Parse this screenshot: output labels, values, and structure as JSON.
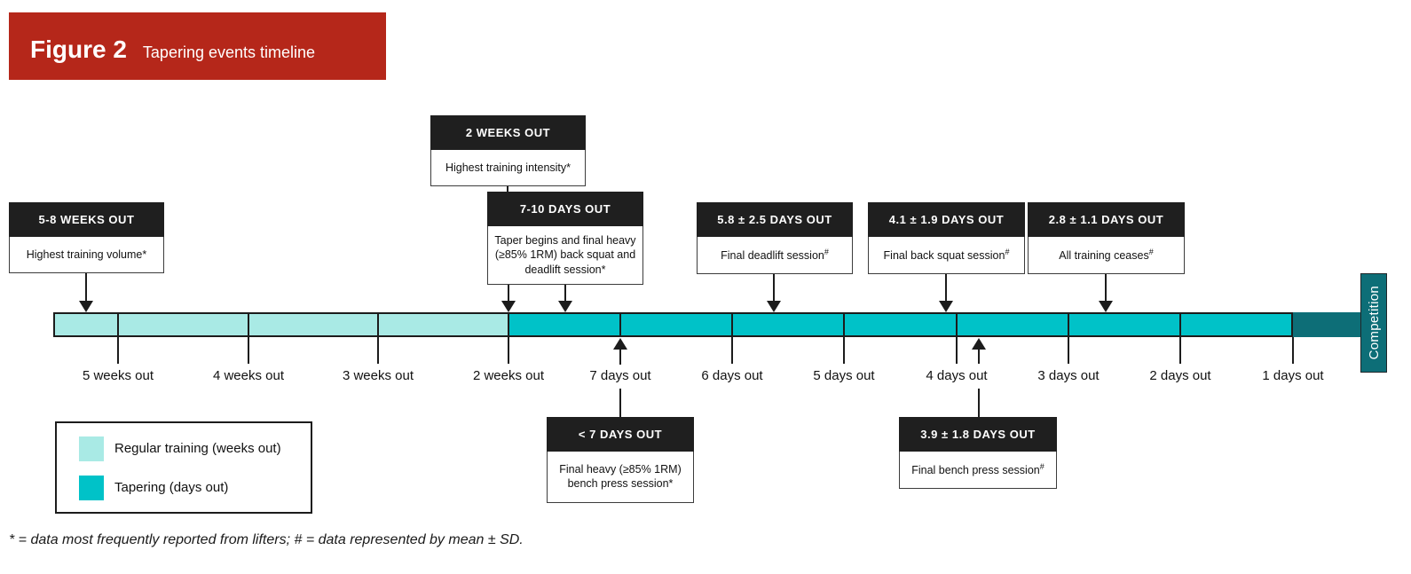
{
  "figure": {
    "label": "Figure 2",
    "title": "Tapering events timeline"
  },
  "colors": {
    "accent_red": "#b5271a",
    "box_header": "#1f1f1f",
    "regular_training": "#a9eae5",
    "tapering": "#00c2c8",
    "competition": "#0d6e77"
  },
  "timeline": {
    "competition_label": "Competition",
    "tick_labels": [
      "5 weeks out",
      "4 weeks out",
      "3 weeks out",
      "2 weeks out",
      "7 days out",
      "6 days out",
      "5 days out",
      "4 days out",
      "3 days out",
      "2 days out",
      "1 days out"
    ]
  },
  "events": [
    {
      "title": "5-8 WEEKS OUT",
      "body": "Highest training volume",
      "marker": "*"
    },
    {
      "title": "2 WEEKS OUT",
      "body": "Highest training intensity",
      "marker": "*"
    },
    {
      "title": "7-10 DAYS OUT",
      "body": "Taper begins and final heavy (≥85% 1RM) back squat and deadlift session",
      "marker": "*"
    },
    {
      "title": "5.8 ± 2.5 DAYS OUT",
      "body": "Final deadlift session",
      "marker": "#"
    },
    {
      "title": "4.1 ± 1.9 DAYS OUT",
      "body": "Final back squat session",
      "marker": "#"
    },
    {
      "title": "2.8 ± 1.1 DAYS OUT",
      "body": "All training ceases",
      "marker": "#"
    },
    {
      "title": "< 7 DAYS OUT",
      "body": "Final heavy (≥85% 1RM) bench press session",
      "marker": "*"
    },
    {
      "title": "3.9 ± 1.8 DAYS OUT",
      "body": "Final bench press session",
      "marker": "#"
    }
  ],
  "legend": {
    "items": [
      {
        "label": "Regular training (weeks out)"
      },
      {
        "label": "Tapering (days out)"
      }
    ]
  },
  "footnote": "* = data most frequently reported from lifters; # = data represented by mean ± SD."
}
